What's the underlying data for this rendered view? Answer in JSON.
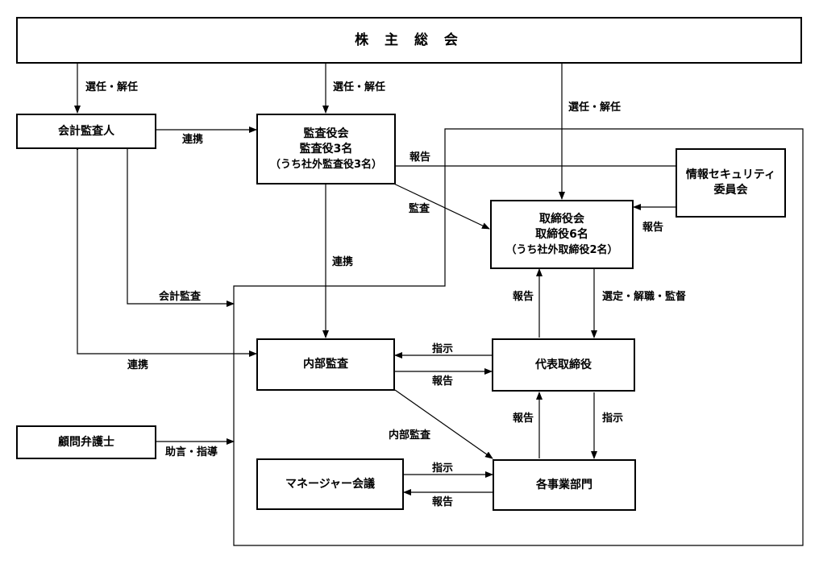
{
  "boxes": {
    "shareholders_meeting": "株 主 総 会",
    "accounting_auditor": "会計監査人",
    "audit_board": [
      "監査役会",
      "監査役3名",
      "（うち社外監査役3名）"
    ],
    "info_security_committee": [
      "情報セキュリティ",
      "委員会"
    ],
    "board_of_directors": [
      "取締役会",
      "取締役6名",
      "（うち社外取締役2名）"
    ],
    "internal_audit": "内部監査",
    "representative_director": "代表取締役",
    "legal_advisor": "顧問弁護士",
    "manager_meeting": "マネージャー会議",
    "business_departments": "各事業部門"
  },
  "labels": {
    "elect_dismiss_1": "選任・解任",
    "elect_dismiss_2": "選任・解任",
    "elect_dismiss_3": "選任・解任",
    "coop_auditor_board": "連携",
    "report_security_to_audit": "報告",
    "report_security_to_board": "報告",
    "audit_audit_to_board": "監査",
    "coop_board_internal": "連携",
    "accounting_audit": "会計監査",
    "report_rep_to_board": "報告",
    "select_dismiss_supervise": "選定・解職・監督",
    "coop_auditor_internal": "連携",
    "instruct_rep_to_internal": "指示",
    "report_internal_to_rep": "報告",
    "report_dept_to_rep": "報告",
    "instruct_rep_to_dept": "指示",
    "internal_audit_to_dept": "内部監査",
    "advice_guidance": "助言・指導",
    "instruct_meeting_to_dept": "指示",
    "report_dept_to_meeting": "報告"
  }
}
